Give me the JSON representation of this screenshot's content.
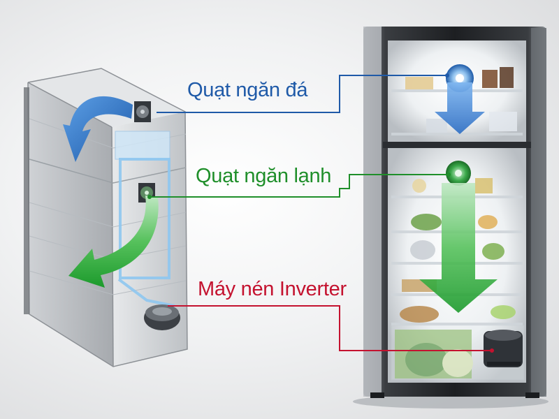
{
  "labels": {
    "freezer_fan": "Quạt ngăn đá",
    "fridge_fan": "Quạt ngăn lạnh",
    "compressor": "Máy nén Inverter"
  },
  "colors": {
    "freezer_fan": "#1f5aa8",
    "fridge_fan": "#1f8f2a",
    "compressor": "#c4122f",
    "blue_airflow": "#2f78c8",
    "green_airflow": "#23a33a"
  },
  "icons": [
    "fan-icon",
    "compressor-icon",
    "airflow-arrow-icon"
  ]
}
